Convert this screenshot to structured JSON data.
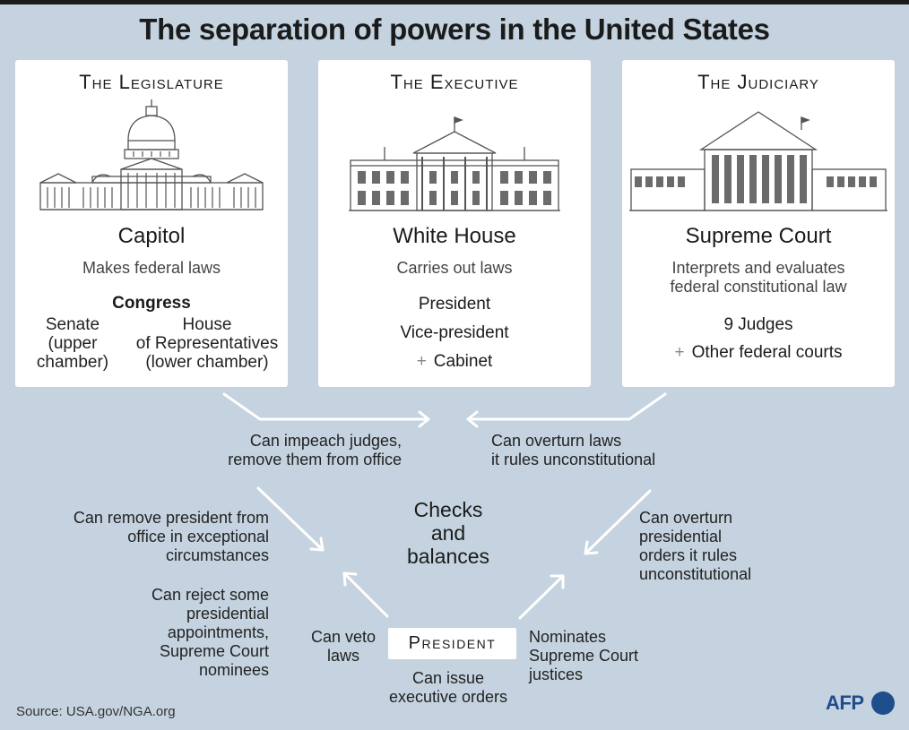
{
  "title": "The separation of powers in the United States",
  "branches": {
    "legislature": {
      "heading": "The Legislature",
      "building": "Capitol",
      "role": "Makes federal laws",
      "body": "Congress",
      "senate": [
        "Senate",
        "(upper",
        "chamber)"
      ],
      "house": [
        "House",
        "of Representatives",
        "(lower chamber)"
      ],
      "icon": "capitol-icon"
    },
    "executive": {
      "heading": "The Executive",
      "building": "White House",
      "role": "Carries out laws",
      "members": [
        "President",
        "Vice-president",
        "Cabinet"
      ],
      "plus_sign": "+",
      "icon": "white-house-icon"
    },
    "judiciary": {
      "heading": "The Judiciary",
      "building": "Supreme Court",
      "role": [
        "Interprets and evaluates",
        "federal constitutional law"
      ],
      "judges": "9 Judges",
      "other": "Other federal courts",
      "plus_sign": "+",
      "icon": "supreme-court-icon"
    }
  },
  "checks_title": [
    "Checks",
    "and",
    "balances"
  ],
  "president_label": "President",
  "labels": {
    "impeach": [
      "Can impeach judges,",
      "remove them from office"
    ],
    "overturn_laws": [
      "Can overturn laws",
      "it rules unconstitutional"
    ],
    "remove_president": [
      "Can remove president from",
      "office in exceptional",
      "circumstances"
    ],
    "reject_appointments": [
      "Can reject some",
      "presidential",
      "appointments,",
      "Supreme Court",
      "nominees"
    ],
    "overturn_orders": [
      "Can overturn",
      "presidential",
      "orders it rules",
      "unconstitutional"
    ],
    "veto": [
      "Can veto",
      "laws"
    ],
    "nominates": [
      "Nominates",
      "Supreme Court",
      "justices"
    ],
    "executive_orders": [
      "Can issue",
      "executive orders"
    ]
  },
  "source": "Source: USA.gov/NGA.org",
  "logo": "AFP",
  "colors": {
    "background": "#c4d3df",
    "panel": "#ffffff",
    "arrow": "#ffffff",
    "logo": "#1f4e8c"
  }
}
